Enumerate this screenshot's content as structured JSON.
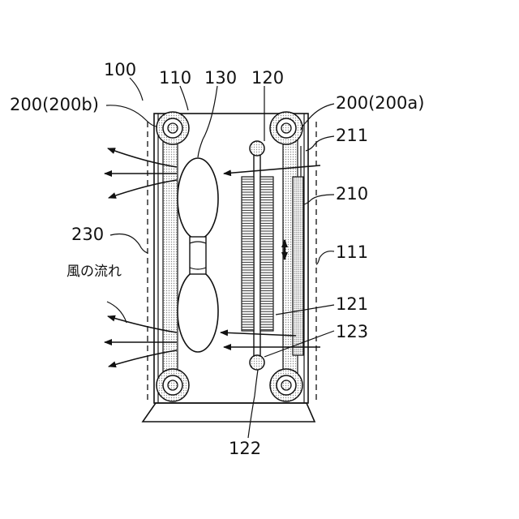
{
  "labels": {
    "l100": "100",
    "l110": "110",
    "l130": "130",
    "l120": "120",
    "l200b": "200(200b)",
    "l200a": "200(200a)",
    "l211": "211",
    "l210": "210",
    "l230": "230",
    "l111": "111",
    "lwind": "風の流れ",
    "l121": "121",
    "l123": "123",
    "l122": "122"
  },
  "colors": {
    "line": "#111111",
    "dots": "#8a8a8a",
    "background": "#ffffff"
  }
}
